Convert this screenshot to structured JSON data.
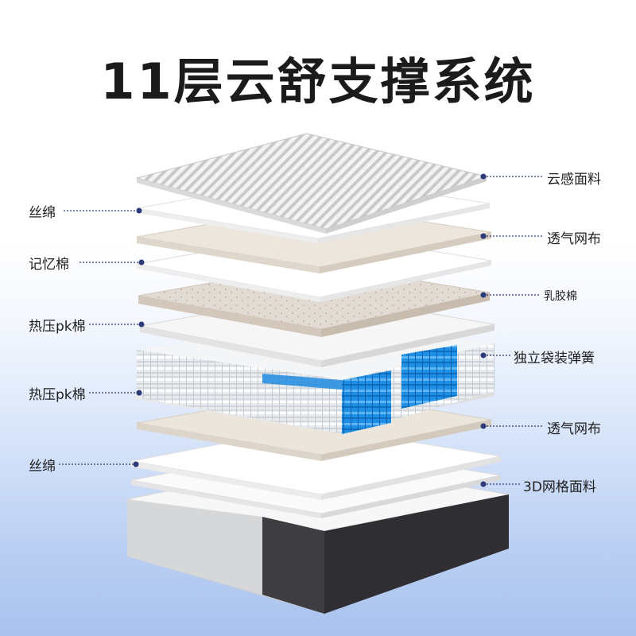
{
  "title": "11层云舒支撑系统",
  "colors": {
    "title": "#1b1b1b",
    "leader_dot": "#2c3a7a",
    "spring_blue": "#1f8ee0",
    "spring_white": "#eef0f2",
    "base_dark": "#3a3a3e",
    "base_gray": "#cfd0d2"
  },
  "labels_left": [
    "丝绵",
    "记忆棉",
    "热压pk棉",
    "热压pk棉",
    "丝绵"
  ],
  "labels_right": [
    "云感面料",
    "透气网布",
    "乳胶棉",
    "独立袋装弹簧",
    "透气网布",
    "3D网格面料"
  ]
}
